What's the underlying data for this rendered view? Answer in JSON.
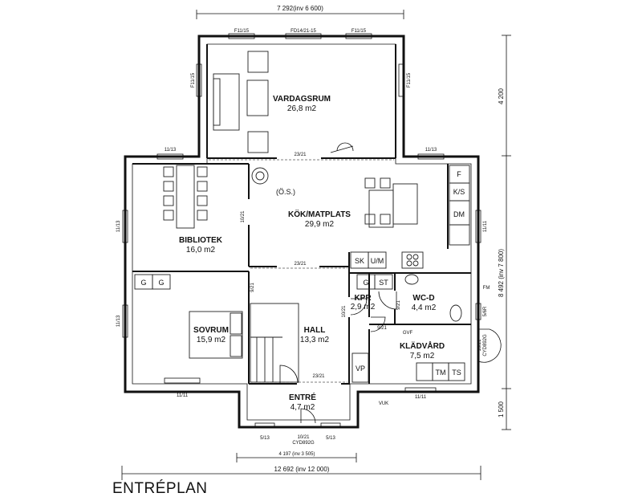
{
  "title": "ENTRÉPLAN",
  "rooms": {
    "vardagsrum": {
      "name": "VARDAGSRUM",
      "area": "26,8 m2"
    },
    "kok": {
      "name": "KÖK/MATPLATS",
      "area": "29,9 m2"
    },
    "bibliotek": {
      "name": "BIBLIOTEK",
      "area": "16,0 m2"
    },
    "sovrum": {
      "name": "SOVRUM",
      "area": "15,9 m2"
    },
    "hall": {
      "name": "HALL",
      "area": "13,3 m2"
    },
    "kpr": {
      "name": "KPR",
      "area": "2,9 m2"
    },
    "wcd": {
      "name": "WC-D",
      "area": "4,4 m2"
    },
    "kladvard": {
      "name": "KLÄDVÅRD",
      "area": "7,5 m2"
    },
    "entre": {
      "name": "ENTRÉ",
      "area": "4,7 m2"
    }
  },
  "fixtures": {
    "os": "(Ö.S.)",
    "f": "F",
    "ks": "K/S",
    "dm": "DM",
    "sk": "SK",
    "um": "U/M",
    "g": "G",
    "st": "ST",
    "vp": "VP",
    "tm": "TM",
    "ts": "TS",
    "fm": "FM",
    "gvf": "GVF",
    "vuk": "VUK"
  },
  "windows": {
    "top_left": "F11/15",
    "top_mid": "FD14/21-15",
    "top_right": "F11/15",
    "vard_left": "F11/15",
    "vard_right": "F11/15",
    "bib_top": "11/13",
    "kok_top": "11/13",
    "bib_left": "11/13",
    "kok_right": "11/11",
    "sov_left": "11/13",
    "sov_bottom": "11/11",
    "klad_bottom": "11/11",
    "entre_left": "5/13",
    "entre_right": "5/13",
    "wc_right": "5/6R"
  },
  "doors": {
    "d1": "23/21",
    "d2": "10/21",
    "d3": "23/21",
    "d4": "9/21",
    "d5": "10/21",
    "d6": "9/21",
    "d7": "9/21",
    "d8": "23/21",
    "d9": "10/21",
    "d9b": "CYD892G",
    "d10": "10/21",
    "d10b": "CYD892G"
  },
  "dimensions": {
    "top": "7 292(inv 6 600)",
    "bottom_inner": "4 197 (inv 3 505)",
    "bottom": "12 692 (inv 12 000)",
    "right_top": "4 200",
    "right_mid": "8 492 (inv 7 800)",
    "right_bottom": "1 500"
  }
}
